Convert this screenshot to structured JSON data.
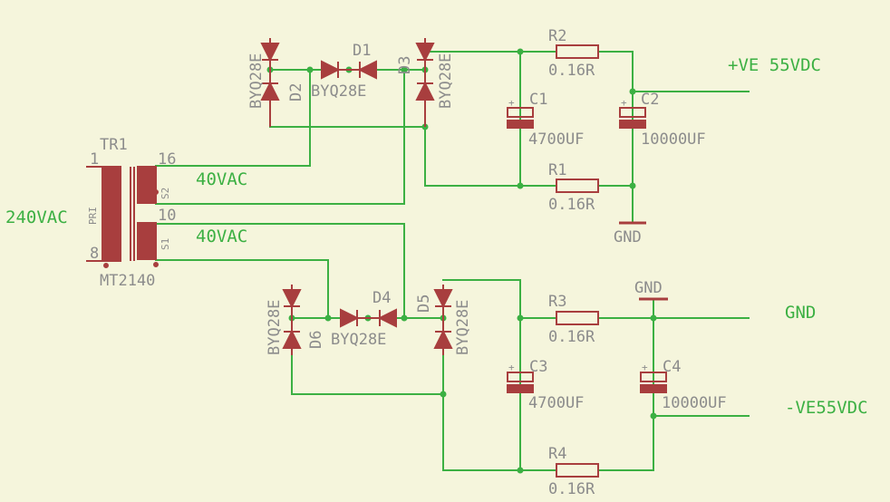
{
  "colors": {
    "background": "#f5f5dc",
    "wire": "#3cb043",
    "component": "#a83e3e",
    "label": "#8c8c8c"
  },
  "transformer": {
    "name": "TR1",
    "part": "MT2140",
    "primary_label": "PRI",
    "secondary1_label": "S1",
    "secondary2_label": "S2",
    "pins": {
      "p1": "1",
      "p8": "8",
      "p16": "16",
      "p10": "10"
    }
  },
  "nets": {
    "input": "240VAC",
    "ac_upper": "40VAC",
    "ac_lower": "40VAC",
    "pos_out": "+VE 55VDC",
    "gnd_out": "GND",
    "neg_out": "-VE55VDC"
  },
  "gnd": {
    "upper": "GND",
    "lower": "GND"
  },
  "diodes": {
    "d1": {
      "name": "D1",
      "value": "BYQ28E"
    },
    "d2": {
      "name": "D2",
      "value": "BYQ28E"
    },
    "d3": {
      "name": "D3",
      "value": "BYQ28E"
    },
    "d4": {
      "name": "D4",
      "value": "BYQ28E"
    },
    "d5": {
      "name": "D5",
      "value": "BYQ28E"
    },
    "d6": {
      "name": "D6",
      "value": "BYQ28E"
    }
  },
  "resistors": {
    "r1": {
      "name": "R1",
      "value": "0.16R"
    },
    "r2": {
      "name": "R2",
      "value": "0.16R"
    },
    "r3": {
      "name": "R3",
      "value": "0.16R"
    },
    "r4": {
      "name": "R4",
      "value": "0.16R"
    }
  },
  "capacitors": {
    "c1": {
      "name": "C1",
      "value": "4700UF"
    },
    "c2": {
      "name": "C2",
      "value": "10000UF"
    },
    "c3": {
      "name": "C3",
      "value": "4700UF"
    },
    "c4": {
      "name": "C4",
      "value": "10000UF"
    }
  }
}
